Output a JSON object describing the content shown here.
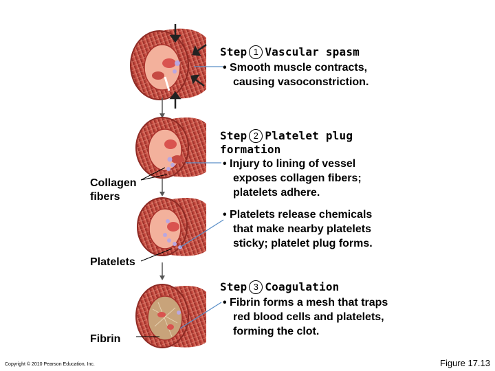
{
  "step1": {
    "label": "Step",
    "number": "1",
    "title": "Vascular spasm",
    "bullet_lines": [
      "• Smooth muscle contracts,",
      "causing vasoconstriction."
    ]
  },
  "step2": {
    "label": "Step",
    "number": "2",
    "title_line1": "Platelet plug",
    "title_line2": "formation",
    "bullet_a_lines": [
      "• Injury to lining of vessel",
      "exposes collagen fibers;",
      "platelets adhere."
    ],
    "bullet_b_lines": [
      "• Platelets release chemicals",
      "that make nearby platelets",
      "sticky; platelet plug forms."
    ]
  },
  "step3": {
    "label": "Step",
    "number": "3",
    "title": "Coagulation",
    "bullet_lines": [
      "• Fibrin forms a mesh that traps",
      "red blood cells and platelets,",
      "forming the clot."
    ]
  },
  "labels": {
    "collagen_line1": "Collagen",
    "collagen_line2": "fibers",
    "platelets": "Platelets",
    "fibrin": "Fibrin"
  },
  "footer": {
    "copyright": "Copyright © 2010 Pearson Education, Inc.",
    "figure": "Figure 17.13"
  },
  "colors": {
    "vessel_outer": "#c0433a",
    "vessel_inner": "#e58c7a",
    "vessel_ring": "#a8302a",
    "platelet": "#b9a7e0",
    "rbc": "#d9534f",
    "fibrin": "#c8a37a",
    "leader_line": "#5a8fc8"
  }
}
